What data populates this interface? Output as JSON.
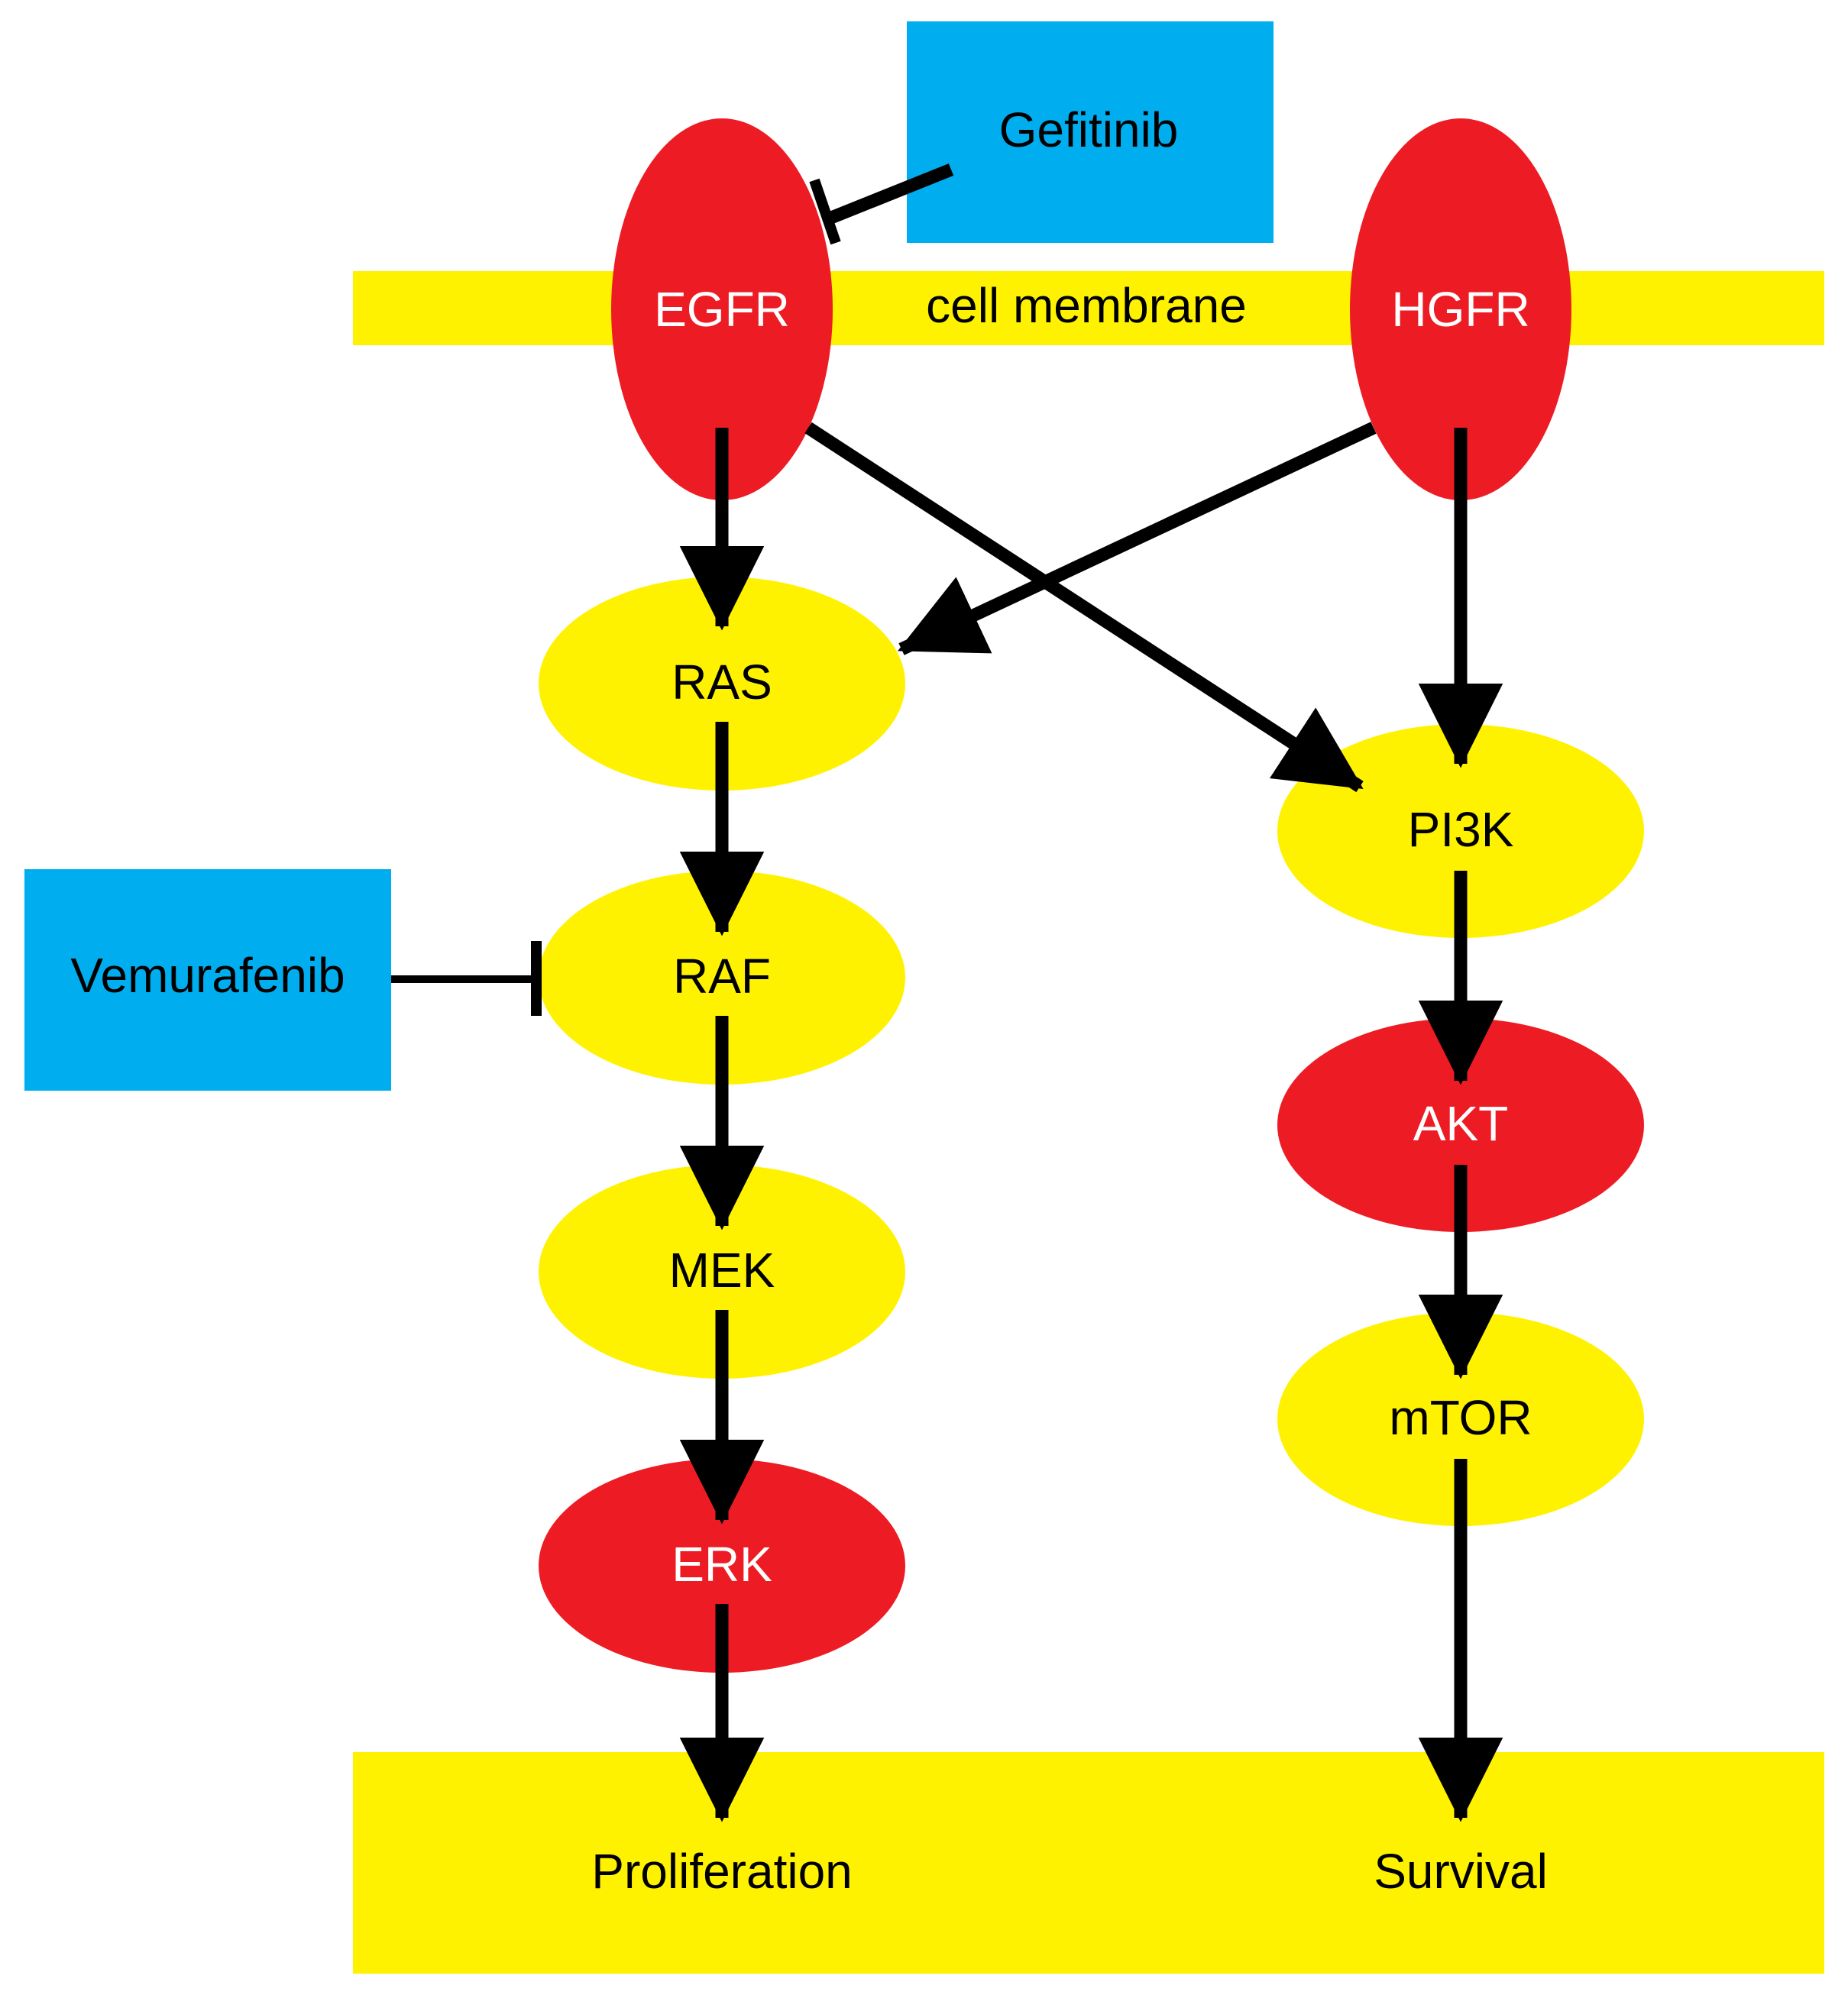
{
  "colors": {
    "yellow": "#fff200",
    "red": "#ed1c24",
    "blue": "#00aeef",
    "black": "#000000",
    "white": "#ffffff"
  },
  "membrane": {
    "label": "cell membrane"
  },
  "outcomes": {
    "proliferation": "Proliferation",
    "survival": "Survival"
  },
  "drugs": {
    "gefitinib": "Gefitinib",
    "vemurafenib": "Vemurafenib"
  },
  "nodes": {
    "egfr": {
      "label": "EGFR",
      "color": "red"
    },
    "hgfr": {
      "label": "HGFR",
      "color": "red"
    },
    "ras": {
      "label": "RAS",
      "color": "yellow"
    },
    "raf": {
      "label": "RAF",
      "color": "yellow"
    },
    "mek": {
      "label": "MEK",
      "color": "yellow"
    },
    "erk": {
      "label": "ERK",
      "color": "red"
    },
    "pi3k": {
      "label": "PI3K",
      "color": "yellow"
    },
    "akt": {
      "label": "AKT",
      "color": "red"
    },
    "mtor": {
      "label": "mTOR",
      "color": "yellow"
    }
  },
  "edges": [
    {
      "from": "EGFR",
      "to": "RAS",
      "type": "activation"
    },
    {
      "from": "EGFR",
      "to": "PI3K",
      "type": "activation"
    },
    {
      "from": "HGFR",
      "to": "RAS",
      "type": "activation"
    },
    {
      "from": "HGFR",
      "to": "PI3K",
      "type": "activation"
    },
    {
      "from": "RAS",
      "to": "RAF",
      "type": "activation"
    },
    {
      "from": "RAF",
      "to": "MEK",
      "type": "activation"
    },
    {
      "from": "MEK",
      "to": "ERK",
      "type": "activation"
    },
    {
      "from": "ERK",
      "to": "Proliferation",
      "type": "activation"
    },
    {
      "from": "PI3K",
      "to": "AKT",
      "type": "activation"
    },
    {
      "from": "AKT",
      "to": "mTOR",
      "type": "activation"
    },
    {
      "from": "mTOR",
      "to": "Survival",
      "type": "activation"
    },
    {
      "from": "Gefitinib",
      "to": "EGFR",
      "type": "inhibition"
    },
    {
      "from": "Vemurafenib",
      "to": "RAF",
      "type": "inhibition"
    }
  ]
}
